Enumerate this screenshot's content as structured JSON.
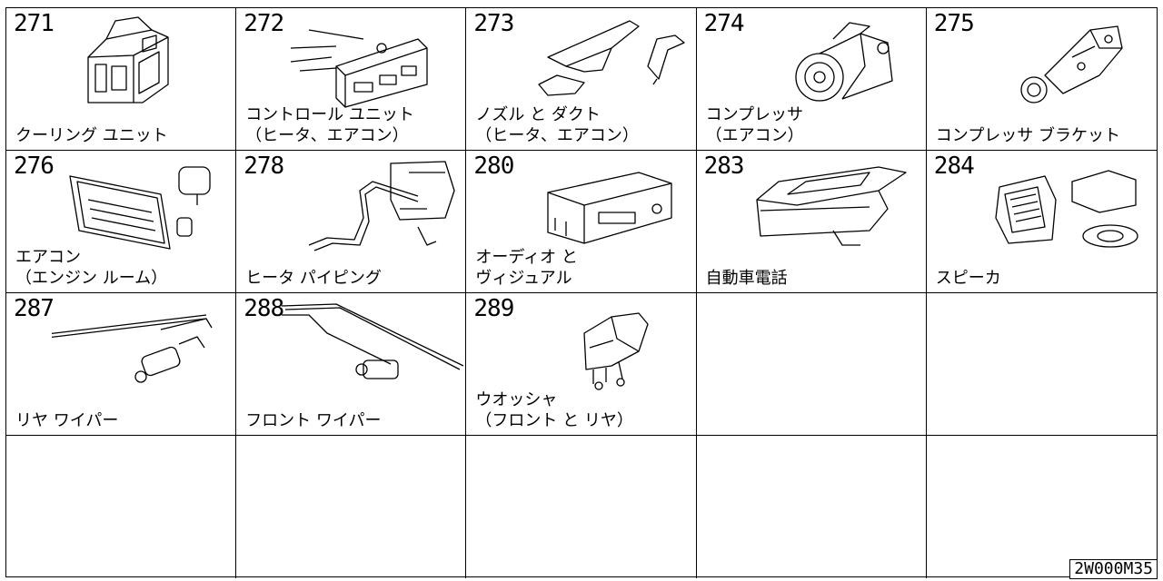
{
  "diagram_code": "2W000M35",
  "cells": [
    {
      "number": "271",
      "label": "クーリング ユニット",
      "icon": "cooling-unit-icon"
    },
    {
      "number": "272",
      "label": "コントロール ユニット\n（ヒータ、エアコン）",
      "icon": "control-unit-icon"
    },
    {
      "number": "273",
      "label": "ノズル と ダクト\n（ヒータ、エアコン）",
      "icon": "nozzle-duct-icon"
    },
    {
      "number": "274",
      "label": "コンプレッサ\n（エアコン）",
      "icon": "compressor-icon"
    },
    {
      "number": "275",
      "label": "コンプレッサ ブラケット",
      "icon": "compressor-bracket-icon"
    },
    {
      "number": "276",
      "label": "エアコン\n（エンジン ルーム）",
      "icon": "aircon-engine-room-icon"
    },
    {
      "number": "278",
      "label": "ヒータ パイピング",
      "icon": "heater-piping-icon"
    },
    {
      "number": "280",
      "label": "オーディオ と\nヴィジュアル",
      "icon": "audio-visual-icon"
    },
    {
      "number": "283",
      "label": "自動車電話",
      "icon": "car-phone-icon"
    },
    {
      "number": "284",
      "label": "スピーカ",
      "icon": "speaker-icon"
    },
    {
      "number": "287",
      "label": "リヤ ワイパー",
      "icon": "rear-wiper-icon"
    },
    {
      "number": "288",
      "label": "フロント ワイパー",
      "icon": "front-wiper-icon"
    },
    {
      "number": "289",
      "label": "ウオッシャ\n（フロント と リヤ）",
      "icon": "washer-icon"
    },
    {
      "number": "",
      "label": ""
    },
    {
      "number": "",
      "label": ""
    },
    {
      "number": "",
      "label": ""
    },
    {
      "number": "",
      "label": ""
    },
    {
      "number": "",
      "label": ""
    },
    {
      "number": "",
      "label": ""
    },
    {
      "number": "",
      "label": ""
    }
  ]
}
